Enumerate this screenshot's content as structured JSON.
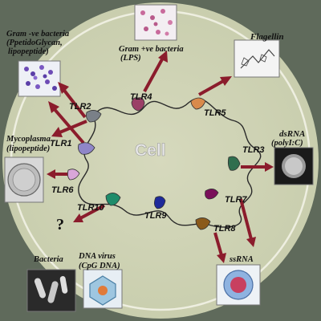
{
  "center_label": "Cell",
  "receptors": {
    "tlr1": "TLR1",
    "tlr2": "TLR2",
    "tlr3": "TLR3",
    "tlr4": "TLR4",
    "tlr5": "TLR5",
    "tlr6": "TLR6",
    "tlr7": "TLR7",
    "tlr8": "TLR8",
    "tlr9": "TLR9",
    "tlr10": "TLR10"
  },
  "ligands": {
    "gram_neg_line1": "Gram -ve bacteria",
    "gram_neg_line2": "(PpetidoGlycan,",
    "gram_neg_line3": "lipopeptide)",
    "gram_pos_line1": "Gram +ve bacteria",
    "gram_pos_line2": "(LPS)",
    "flagellin": "Flagellin",
    "dsrna_line1": "dsRNA",
    "dsrna_line2": "(polyI:C)",
    "mycoplasma_line1": "Mycoplasma",
    "mycoplasma_line2": "(lipopeptide)",
    "unknown": "?",
    "bacteria": "Bacteria",
    "dna_virus_line1": "DNA virus",
    "dna_virus_line2": "(CpG DNA)",
    "ssrna": "ssRNA"
  },
  "colors": {
    "background": "#5f6a5b",
    "outer_disc": "#cfd3b4",
    "arrow": "#8b1c2c",
    "tlr1": "#8f86c8",
    "tlr2": "#7a8088",
    "tlr3": "#2f6e4e",
    "tlr4": "#9b3f67",
    "tlr5": "#d98a4b",
    "tlr6": "#d9a6d9",
    "tlr7": "#7a0f5a",
    "tlr8": "#8b5a1a",
    "tlr9": "#1e2a9a",
    "tlr10": "#1e8c6a"
  }
}
